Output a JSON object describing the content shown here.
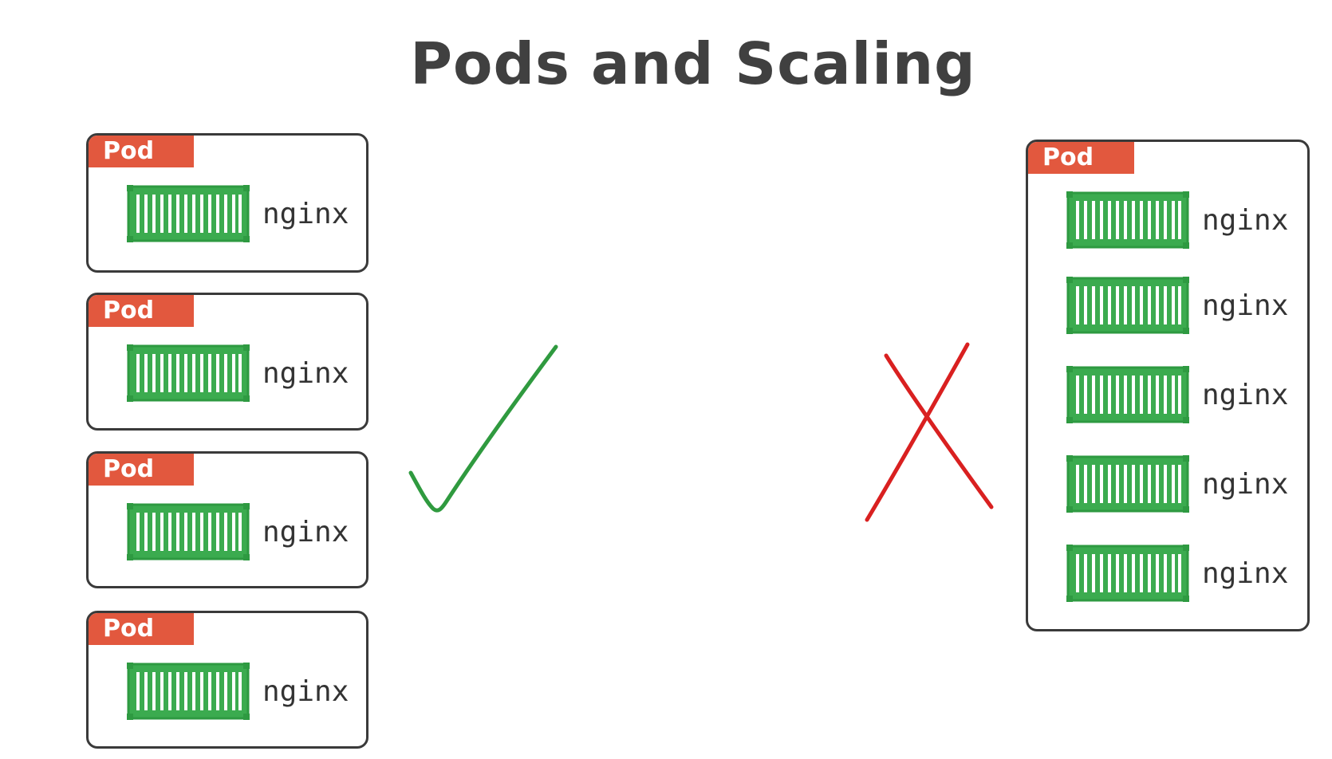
{
  "title": "Pods and Scaling",
  "left_pods": [
    {
      "tag": "Pod",
      "container": "nginx"
    },
    {
      "tag": "Pod",
      "container": "nginx"
    },
    {
      "tag": "Pod",
      "container": "nginx"
    },
    {
      "tag": "Pod",
      "container": "nginx"
    }
  ],
  "right_pod": {
    "tag": "Pod",
    "containers": [
      "nginx",
      "nginx",
      "nginx",
      "nginx",
      "nginx"
    ]
  },
  "marks": {
    "approve": "check-mark-icon",
    "reject": "cross-mark-icon"
  },
  "colors": {
    "pod_tag": "#e2583e",
    "container": "#3bab4f",
    "check": "#2f9a3f",
    "cross": "#d92020",
    "border": "#3a3a3a"
  }
}
